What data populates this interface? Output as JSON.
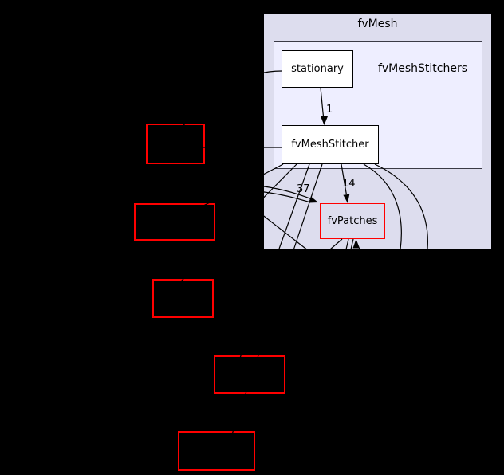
{
  "diagram": {
    "outer_cluster_label": "fvMesh",
    "inner_cluster_label": "fvMeshStitchers",
    "nodes": {
      "stationary": "stationary",
      "fvMeshStitcher": "fvMeshStitcher",
      "fvPatches": "fvPatches"
    },
    "edge_labels": {
      "stationary_to_fvMeshStitcher": "1",
      "fvMeshStitcher_to_fvPatches": "14",
      "to_fvPatches_from_left": "37"
    },
    "colors": {
      "background": "#000000",
      "outer_cluster_fill": "#ddddee",
      "inner_cluster_fill": "#eeeeff",
      "node_fill": "#ffffff",
      "truncated_node_border": "#ff0000",
      "edge_color": "#000000"
    }
  }
}
